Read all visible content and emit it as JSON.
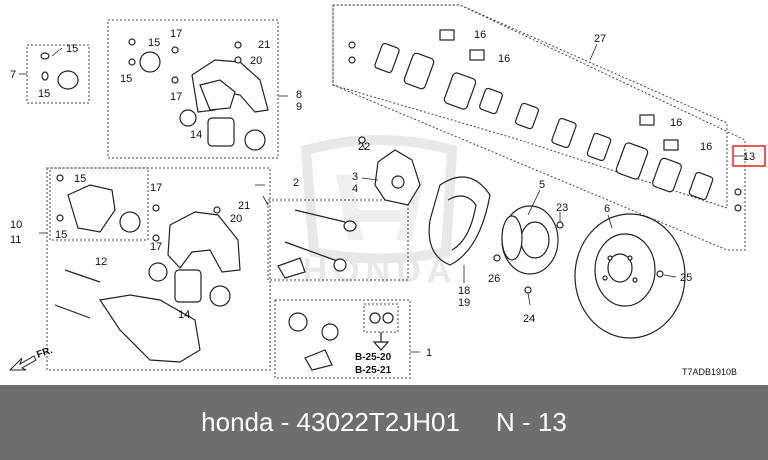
{
  "colors": {
    "line": "#222222",
    "box": "#444444",
    "highlight": "#e0262b",
    "footer_bg": "#6e6e6e",
    "footer_text": "#ffffff",
    "watermark": "#d6d6d6"
  },
  "footer": {
    "text": "honda - 43022T2JH01     N - 13"
  },
  "watermark": {
    "text": "HONDA"
  },
  "diagram_code": "T7ADB1910B",
  "direction_label": "FR.",
  "callouts": {
    "c1": "1",
    "c2": "2",
    "c3": "3",
    "c4": "4",
    "c5": "5",
    "c6": "6",
    "c7": "7",
    "c8": "8",
    "c9": "9",
    "c10": "10",
    "c11": "11",
    "c12": "12",
    "c13": "13",
    "c14a": "14",
    "c14b": "14",
    "c15a": "15",
    "c15b": "15",
    "c15c": "15",
    "c15d": "15",
    "c15e": "15",
    "c16a": "16",
    "c16b": "16",
    "c16c": "16",
    "c16d": "16",
    "c17a": "17",
    "c17b": "17",
    "c17c": "17",
    "c17d": "17",
    "c18": "18",
    "c19": "19",
    "c20a": "20",
    "c20b": "20",
    "c21a": "21",
    "c21b": "21",
    "c22": "22",
    "c23": "23",
    "c24": "24",
    "c25": "25",
    "c26": "26",
    "c27": "27"
  },
  "refs": {
    "r1": "B-25-20",
    "r2": "B-25-21"
  }
}
